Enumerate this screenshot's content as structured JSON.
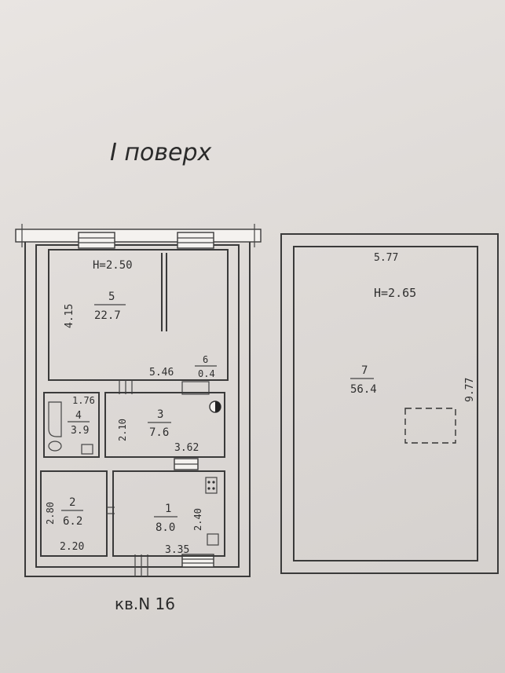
{
  "floor_title": "I поверх",
  "apartment_label": "кв.N 16",
  "rooms": [
    {
      "number": "1",
      "area": "8.0",
      "width": "3.35",
      "length": "2.40"
    },
    {
      "number": "2",
      "area": "6.2",
      "width": "2.20",
      "length": "2.80"
    },
    {
      "number": "3",
      "area": "7.6",
      "width": "3.62",
      "length": "2.10"
    },
    {
      "number": "4",
      "area": "3.9",
      "width": "1.76"
    },
    {
      "number": "5",
      "area": "22.7",
      "width": "5.46",
      "length": "4.15",
      "height": "H=2.50"
    },
    {
      "number": "6",
      "area": "0.4"
    },
    {
      "number": "7",
      "area": "56.4",
      "width": "5.77",
      "length": "9.77",
      "height": "H=2.65"
    }
  ]
}
